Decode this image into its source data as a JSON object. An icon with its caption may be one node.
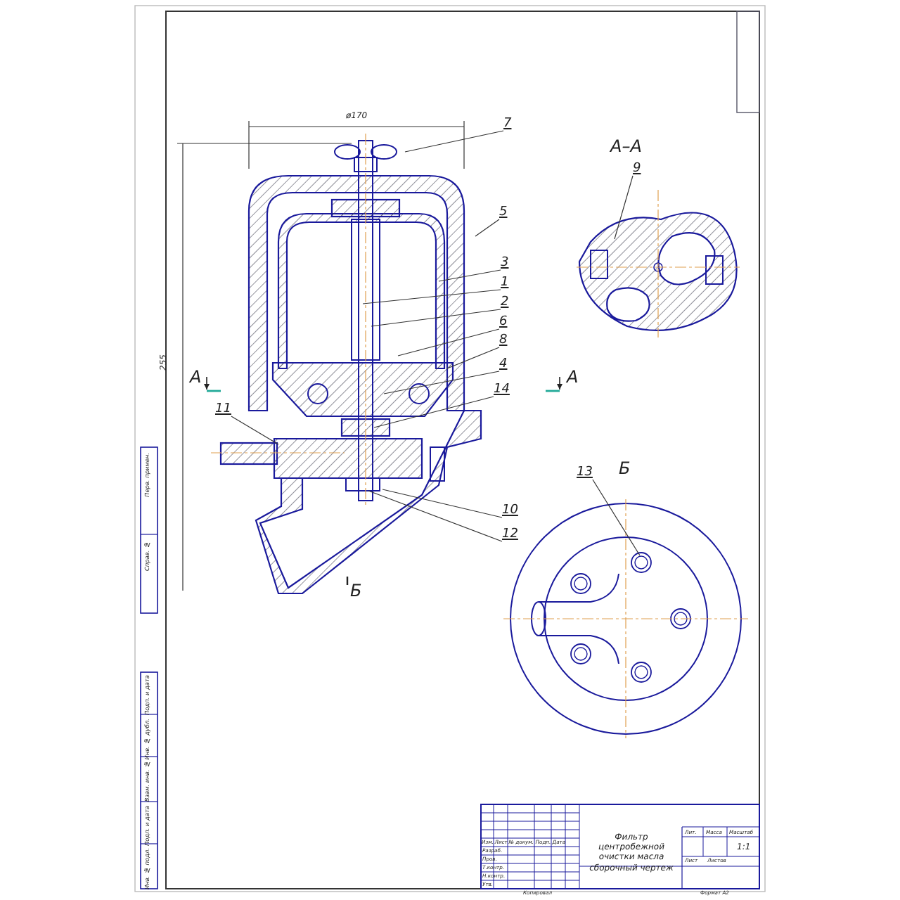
{
  "diagram": {
    "nodes": [
      {
        "text": [
          "7"
        ]
      },
      {
        "text": [
          "5"
        ]
      },
      {
        "text": [
          "3"
        ]
      },
      {
        "text": [
          "1"
        ]
      },
      {
        "text": [
          "2"
        ]
      },
      {
        "text": [
          "6"
        ]
      },
      {
        "text": [
          "8"
        ]
      },
      {
        "text": [
          "4"
        ]
      },
      {
        "text": [
          "14"
        ]
      },
      {
        "text": [
          "11"
        ]
      },
      {
        "text": [
          "9"
        ]
      },
      {
        "text": [
          "13"
        ]
      },
      {
        "text": [
          "10"
        ]
      },
      {
        "text": [
          "12"
        ]
      }
    ],
    "edges": [
      {
        "from": 0,
        "to": null,
        "arrow": "none"
      },
      {
        "from": 1,
        "to": null,
        "arrow": "none"
      },
      {
        "from": 2,
        "to": null,
        "arrow": "none"
      },
      {
        "from": 3,
        "to": null,
        "arrow": "none"
      },
      {
        "from": 4,
        "to": null,
        "arrow": "none"
      },
      {
        "from": 5,
        "to": null,
        "arrow": "none"
      },
      {
        "from": 6,
        "to": null,
        "arrow": "none"
      },
      {
        "from": 7,
        "to": null,
        "arrow": "none"
      },
      {
        "from": 8,
        "to": null,
        "arrow": "none"
      },
      {
        "from": 9,
        "to": null,
        "arrow": "none"
      },
      {
        "from": 10,
        "to": null,
        "arrow": "none"
      },
      {
        "from": 11,
        "to": null,
        "arrow": "none"
      },
      {
        "from": 12,
        "to": null,
        "arrow": "none"
      },
      {
        "from": 13,
        "to": null,
        "arrow": "none"
      }
    ],
    "labels": [
      "ø170",
      "255",
      "А",
      "А",
      "А–А",
      "Б",
      "Б",
      "Перв. примен.",
      "Справ. №",
      "Подп. и дата",
      "Инв. № дубл.",
      "Взам. инв. №",
      "Подп. и дата",
      "Инв. № подл.",
      "Изм.",
      "Лист",
      "№ докум.",
      "Подп.",
      "Дата",
      "Разраб.",
      "Пров.",
      "Т.контр.",
      "Н.контр.",
      "Утв.",
      "Фильтр центробежной очистки масла сборочный чертеж",
      "Лит.",
      "Масса",
      "Масштаб",
      "1:1",
      "Лист",
      "Листов",
      "Копировал",
      "Формат А2"
    ]
  }
}
